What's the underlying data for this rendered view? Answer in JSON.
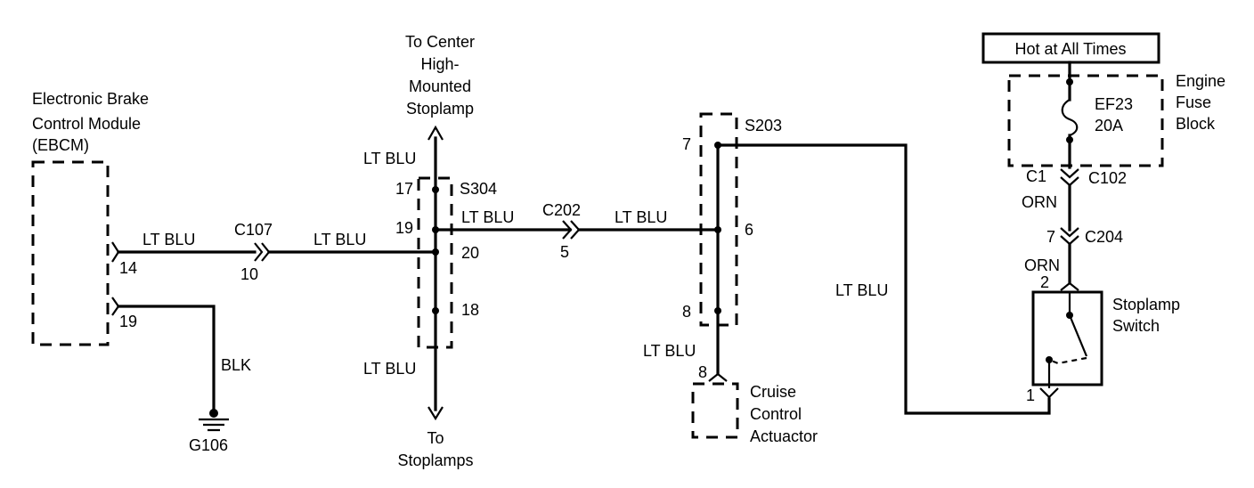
{
  "modules": {
    "ebcm": {
      "line1": "Electronic Brake",
      "line2": "Control Module",
      "line3": "(EBCM)"
    },
    "engine_fuse_block": {
      "line1": "Engine",
      "line2": "Fuse",
      "line3": "Block"
    },
    "cruise_control_actuator": {
      "line1": "Cruise",
      "line2": "Control",
      "line3": "Actuactor"
    },
    "stoplamp_switch": {
      "line1": "Stoplamp",
      "line2": "Switch"
    },
    "hot_at_all_times": "Hot at All Times"
  },
  "destinations": {
    "chmsl": {
      "line1": "To Center",
      "line2": "High-",
      "line3": "Mounted",
      "line4": "Stoplamp"
    },
    "stoplamps": {
      "line1": "To",
      "line2": "Stoplamps"
    }
  },
  "fuse": {
    "name": "EF23",
    "rating": "20A"
  },
  "ground": "G106",
  "connectors": {
    "c107": "C107",
    "c202": "C202",
    "c102": "C102",
    "c1": "C1",
    "c204": "C204"
  },
  "splices": {
    "s304": "S304",
    "s203": "S203"
  },
  "wires": {
    "lt_blu": "LT BLU",
    "blk": "BLK",
    "orn": "ORN"
  },
  "pins": {
    "ebcm_14": "14",
    "ebcm_19": "19",
    "c107_10": "10",
    "s304_17": "17",
    "s304_19": "19",
    "s304_20": "20",
    "s304_18": "18",
    "c202_5": "5",
    "s203_7": "7",
    "s203_6": "6",
    "s203_8": "8",
    "cruise_8": "8",
    "c204_7": "7",
    "switch_2": "2",
    "switch_1": "1"
  }
}
